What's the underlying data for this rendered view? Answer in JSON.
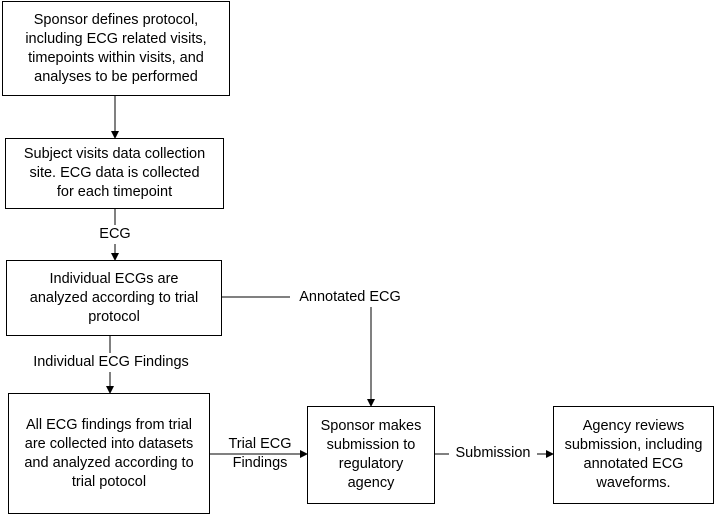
{
  "nodes": {
    "protocol": "Sponsor defines protocol,\nincluding ECG related visits,\ntimepoints within visits, and\nanalyses to be performed",
    "visits": "Subject visits data collection\nsite.  ECG data is collected\nfor each timepoint",
    "individual": "Individual ECGs are\nanalyzed according to trial\nprotocol",
    "findings": "All ECG findings from trial\nare collected into datasets\nand analyzed according to\ntrial potocol",
    "sponsor_submission": "Sponsor makes\nsubmission to\nregulatory\nagency",
    "agency": "Agency reviews\nsubmission, including\nannotated ECG\nwaveforms."
  },
  "edges": {
    "ecg": "ECG",
    "annotated_ecg": "Annotated ECG",
    "individual_findings": "Individual ECG  Findings",
    "trial_findings": "Trial ECG\nFindings",
    "submission": "Submission"
  }
}
